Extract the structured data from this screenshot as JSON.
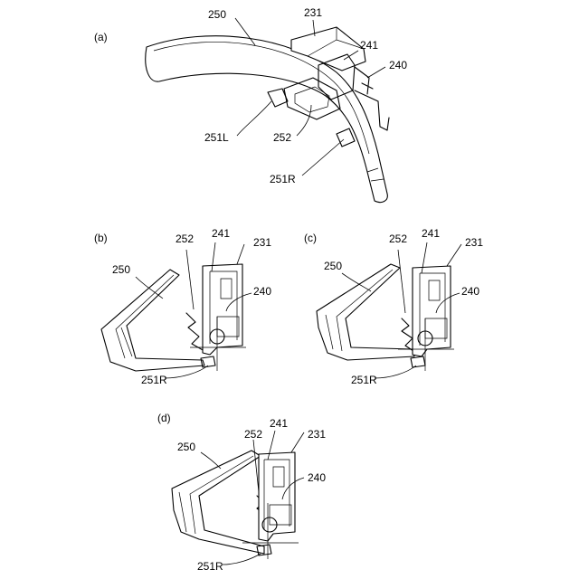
{
  "panels": {
    "a": {
      "label": "(a)",
      "refs": {
        "r250": "250",
        "r231": "231",
        "r241": "241",
        "r240": "240",
        "r251L": "251L",
        "r252": "252",
        "r251R": "251R"
      }
    },
    "b": {
      "label": "(b)",
      "refs": {
        "r252": "252",
        "r241": "241",
        "r231": "231",
        "r250": "250",
        "r240": "240",
        "r251R": "251R"
      }
    },
    "c": {
      "label": "(c)",
      "refs": {
        "r252": "252",
        "r241": "241",
        "r231": "231",
        "r250": "250",
        "r240": "240",
        "r251R": "251R"
      }
    },
    "d": {
      "label": "(d)",
      "refs": {
        "r252": "252",
        "r241": "241",
        "r231": "231",
        "r250": "250",
        "r240": "240",
        "r251R": "251R"
      }
    }
  }
}
